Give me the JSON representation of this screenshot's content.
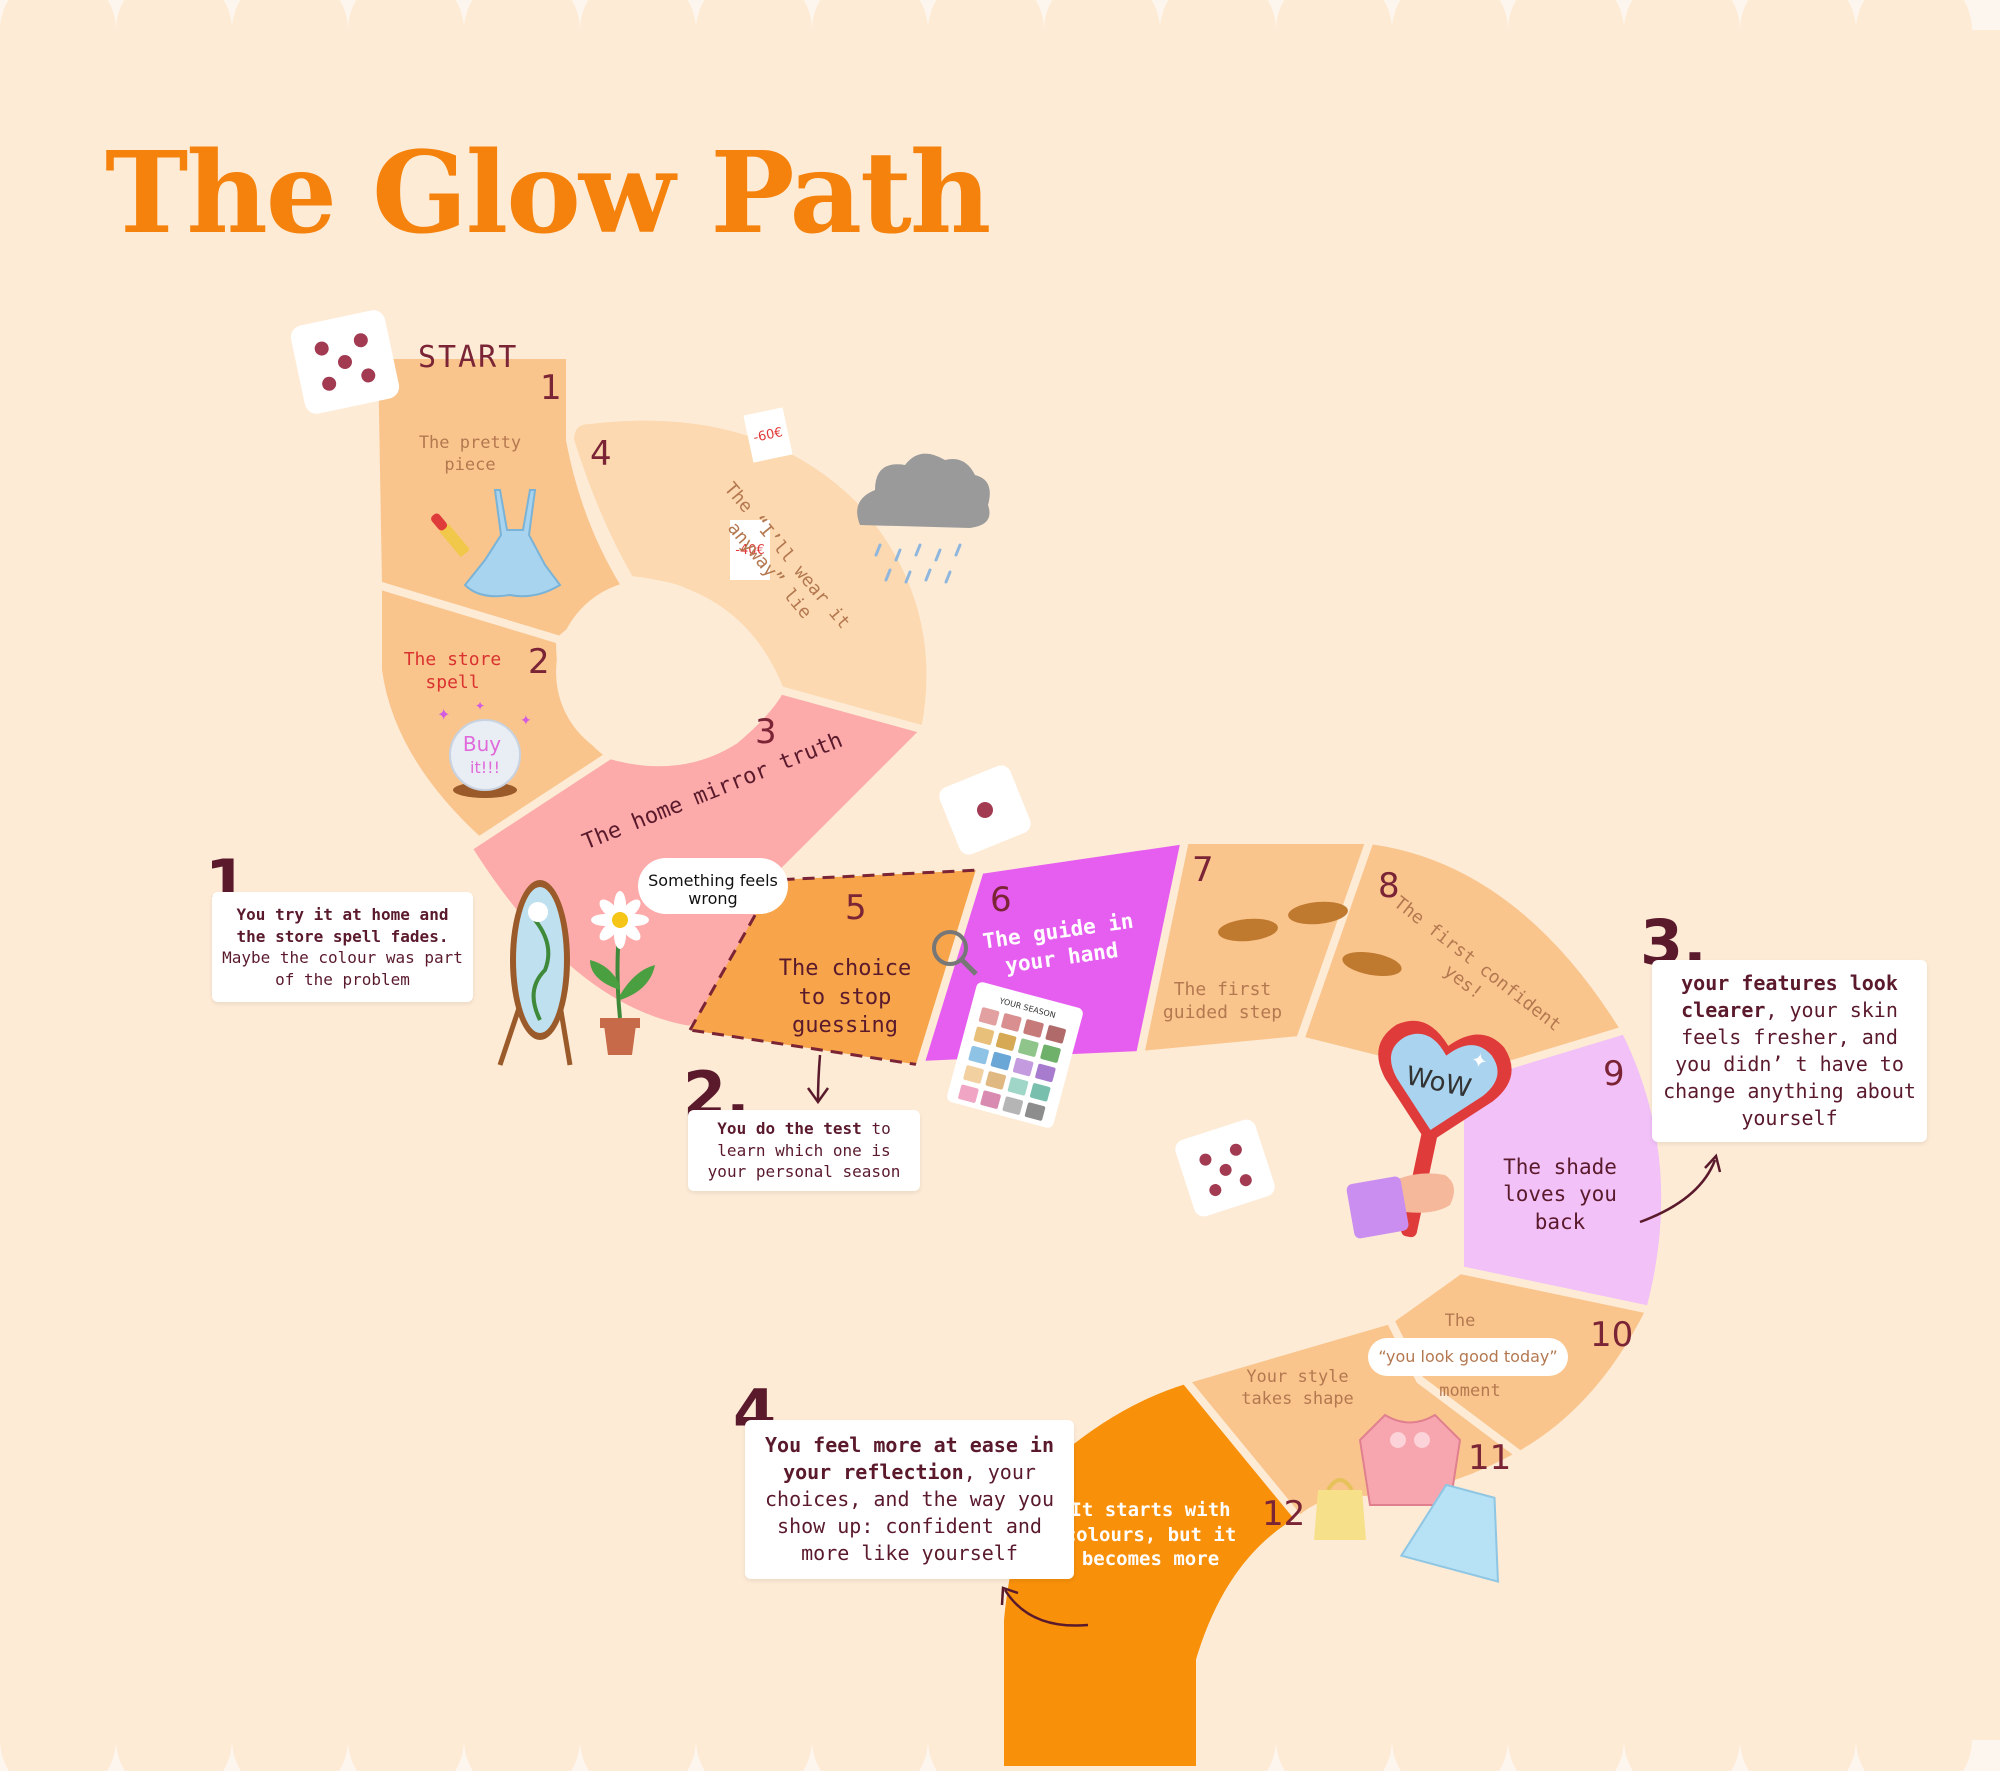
{
  "title": "The Glow Path",
  "start_label": "START",
  "spaces": [
    {
      "num": "1",
      "label": "The pretty piece"
    },
    {
      "num": "2",
      "label": "The store spell"
    },
    {
      "num": "3",
      "label": "The home mirror truth"
    },
    {
      "num": "4",
      "label": "The “I’ll wear it anyway” lie"
    },
    {
      "num": "5",
      "label": "The choice to stop guessing"
    },
    {
      "num": "6",
      "label": "The guide in your hand"
    },
    {
      "num": "7",
      "label": "The first guided step"
    },
    {
      "num": "8",
      "label": "The first confident yes!"
    },
    {
      "num": "9",
      "label": "The shade loves you back"
    },
    {
      "num": "10",
      "label_top": "The",
      "label_quote": "“you look good today”",
      "label_bottom": "moment"
    },
    {
      "num": "11",
      "label": "Your style takes shape"
    },
    {
      "num": "12",
      "label": "It starts with colours, but it becomes more"
    }
  ],
  "tags": [
    "-60€",
    "-40€"
  ],
  "crystal_ball_text": "Buy it!!!",
  "speech_bubble": "Something feels wrong",
  "mirror_text": "WoW",
  "palette_label": "YOUR SEASON",
  "steps": [
    {
      "num": "1.",
      "bold": "You try it at home and the store spell fades.",
      "rest": "Maybe the colour was part of the problem"
    },
    {
      "num": "2.",
      "bold": "You do the test",
      "rest": "to learn which one is your personal season"
    },
    {
      "num": "3.",
      "bold": "your features look clearer",
      "rest": ", your skin feels fresher, and you didn’ t have to change anything about yourself"
    },
    {
      "num": "4.",
      "bold": "You feel more at ease in your reflection",
      "rest": ", your choices, and the way you show up: confident and more like yourself"
    }
  ],
  "colors": {
    "background": "#fdf6ee",
    "title": "#f5820c",
    "space_peach": "#fac58d",
    "space_light": "#fcd9b0",
    "space_pink": "#fcaaaa",
    "space_orange": "#f7a44a",
    "space_magenta": "#e65ef0",
    "space_lavender": "#f1c1f7",
    "space_deep_orange": "#f8900a",
    "text_dark": "#5a1a2c"
  },
  "icons": [
    "dice-five-icon",
    "dice-one-icon",
    "dice-five-icon",
    "dress-icon",
    "lipstick-icon",
    "crystal-ball-icon",
    "rain-cloud-icon",
    "price-tag-icon",
    "mirror-icon",
    "flower-pot-icon",
    "magnifier-icon",
    "color-palette-icon",
    "shoe-print-icon",
    "heart-mirror-icon",
    "blouse-icon",
    "handbag-icon",
    "skirt-icon",
    "arrow-icon"
  ]
}
